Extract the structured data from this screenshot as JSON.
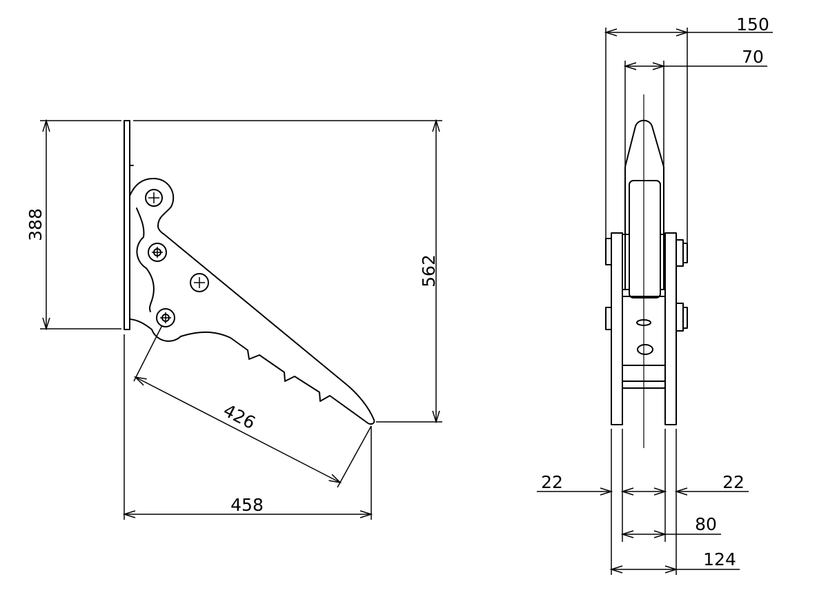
{
  "side_view": {
    "left_vertical": "388",
    "right_vertical": "562",
    "diagonal": "426",
    "bottom_horizontal": "458"
  },
  "front_view": {
    "top_outer": "150",
    "top_inner": "70",
    "bottom_left": "22",
    "bottom_right": "22",
    "bottom_inner": "80",
    "bottom_outer": "124"
  },
  "colors": {
    "line": "#000000",
    "background": "#ffffff"
  }
}
